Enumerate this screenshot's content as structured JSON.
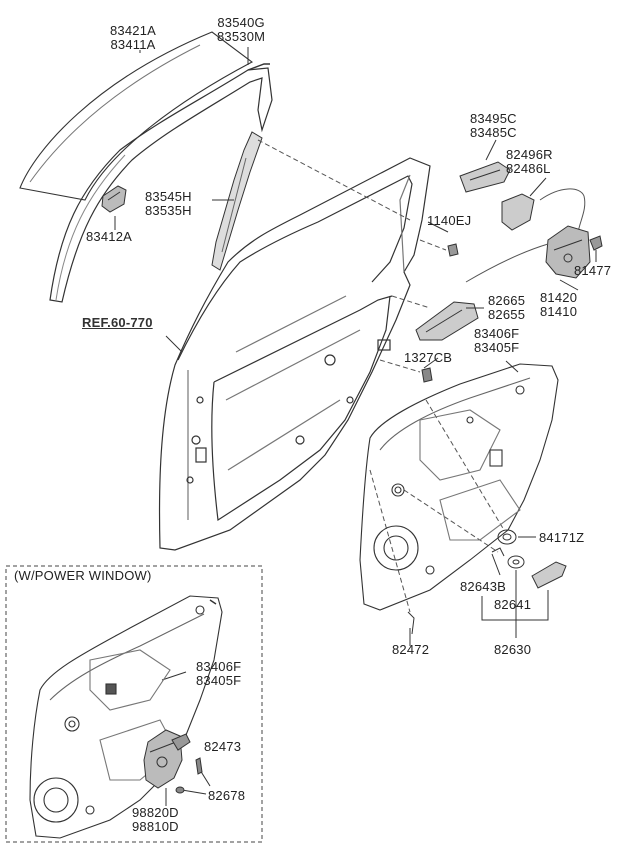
{
  "section_title": "(W/POWER WINDOW)",
  "reference": "REF.60-770",
  "labels": {
    "glass": [
      "83421A",
      "83411A"
    ],
    "run": [
      "83540G",
      "83530M"
    ],
    "channel": [
      "83545H",
      "83535H"
    ],
    "glass_clip": [
      "83412A"
    ],
    "handle_outer": [
      "83495C",
      "83485C"
    ],
    "actuator": [
      "82496R",
      "82486L"
    ],
    "bolt": [
      "1140EJ"
    ],
    "striker": [
      "81477"
    ],
    "latch": [
      "81420",
      "81410"
    ],
    "inner_handle": [
      "82665",
      "82655"
    ],
    "nut": [
      "1327CB"
    ],
    "regulator_manual": [
      "83406F",
      "83405F"
    ],
    "washer": [
      "84171Z"
    ],
    "clip": [
      "82643B"
    ],
    "escutcheon": [
      "82641"
    ],
    "crank_handle": [
      "82630"
    ],
    "screw": [
      "82472"
    ],
    "regulator_power": [
      "83406F",
      "83405F"
    ],
    "screw_power": [
      "82473"
    ],
    "grommet": [
      "82678"
    ],
    "motor": [
      "98820D",
      "98810D"
    ]
  }
}
